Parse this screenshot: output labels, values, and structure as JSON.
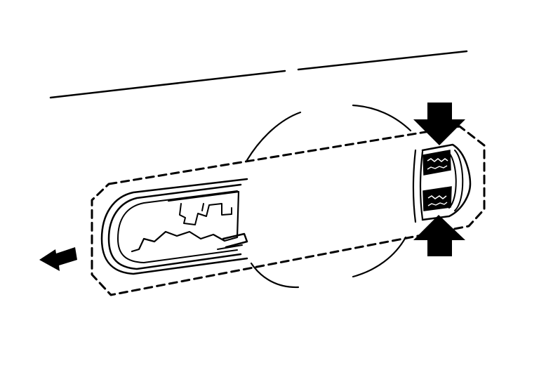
{
  "diagram": {
    "kind": "technical-illustration",
    "subject": "handle-release",
    "colors": {
      "line": "#000000",
      "background": "#ffffff",
      "fill": "#000000"
    },
    "arrows": [
      {
        "id": "press-top",
        "direction": "down"
      },
      {
        "id": "press-bottom",
        "direction": "up"
      },
      {
        "id": "pull-out",
        "direction": "left"
      }
    ],
    "icons": [
      "arrow-down-icon",
      "arrow-up-icon",
      "arrow-left-icon"
    ]
  }
}
